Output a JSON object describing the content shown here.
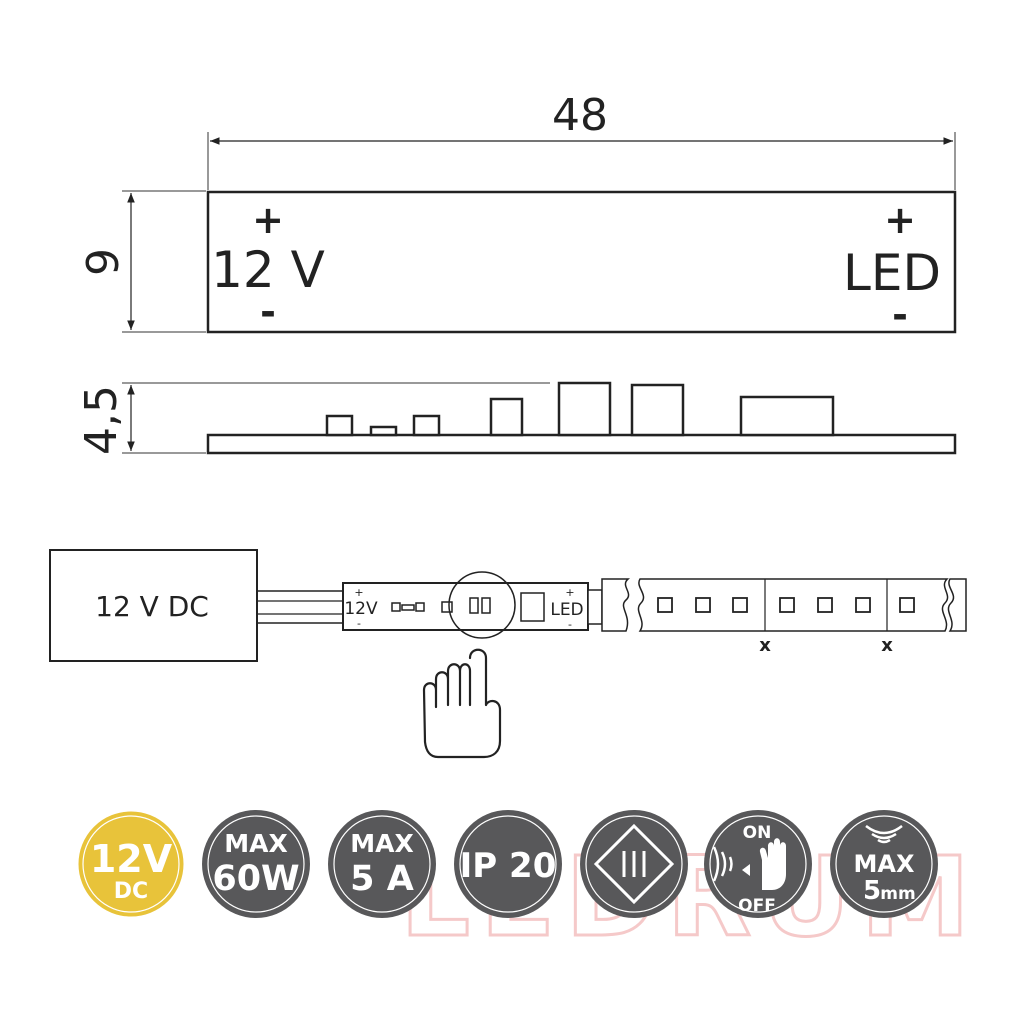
{
  "top_view": {
    "width_dim": "48",
    "height_dim": "9",
    "left_plus": "+",
    "left_label": "12 V",
    "left_minus": "-",
    "right_plus": "+",
    "right_label": "LED",
    "right_minus": "-"
  },
  "side_view": {
    "height_dim": "4,5"
  },
  "wiring": {
    "power_supply_label": "12 V DC",
    "module_left_plus": "+",
    "module_left_label": "12V",
    "module_left_minus": "-",
    "module_right_plus": "+",
    "module_right_label": "LED",
    "module_right_minus": "-",
    "cut_mark": "x"
  },
  "badges": [
    {
      "id": "voltage",
      "line1": "12V",
      "line2": "DC",
      "color": "#e8c33a"
    },
    {
      "id": "max-power",
      "line1": "MAX",
      "line2": "60W",
      "color": "#58585a"
    },
    {
      "id": "max-current",
      "line1": "MAX",
      "line2": "5 A",
      "color": "#58585a"
    },
    {
      "id": "ip-rating",
      "line1": "IP 20",
      "color": "#58585a"
    },
    {
      "id": "class-iii",
      "color": "#58585a"
    },
    {
      "id": "touch-on-off",
      "line1": "ON",
      "line2": "OFF",
      "color": "#58585a"
    },
    {
      "id": "sensor-distance",
      "line1": "MAX",
      "line2": "5",
      "unit": "mm",
      "color": "#58585a"
    }
  ],
  "watermark": "LEDRUM"
}
